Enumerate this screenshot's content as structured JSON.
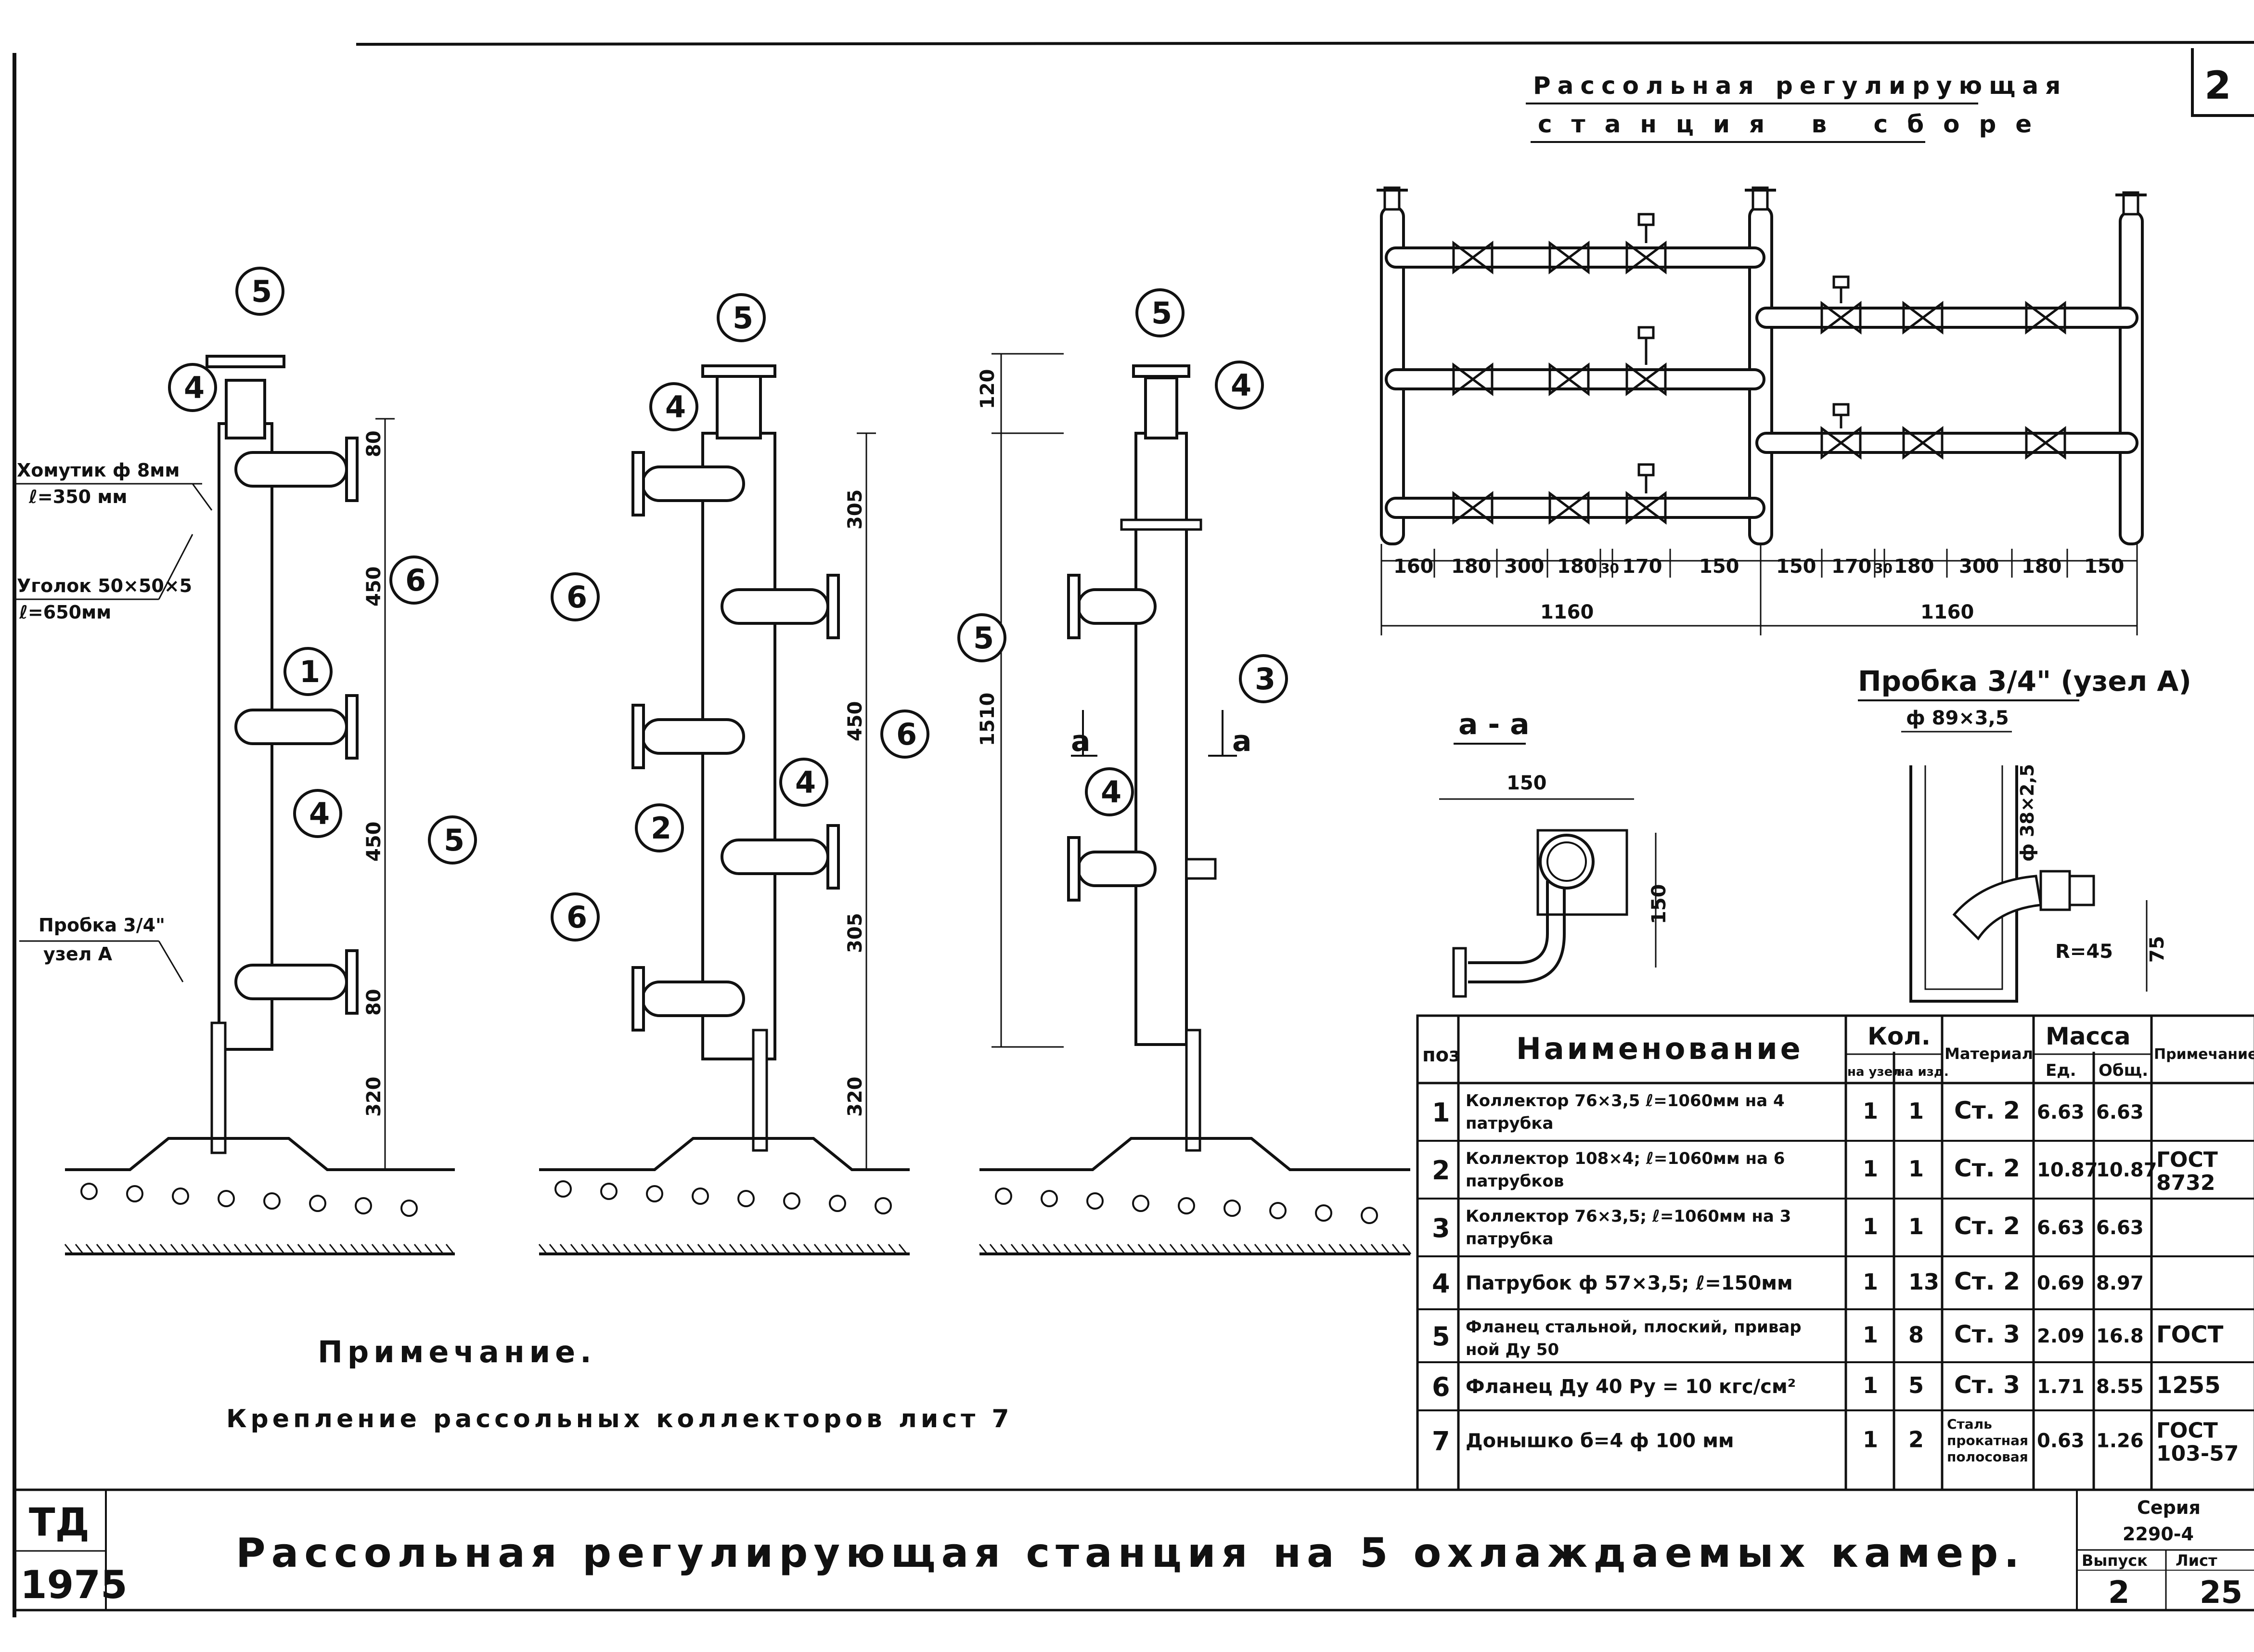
{
  "sheet_number": "2",
  "title_block": {
    "td": "ТД",
    "year": "1975",
    "main_title": "Рассольная регулирующая станция на 5 охлаждаемых камер.",
    "series_label": "Серия",
    "series_value": "2290-4",
    "issue_label": "Выпуск",
    "issue_value": "2",
    "sheet_label": "Лист",
    "sheet_value": "25"
  },
  "assembly": {
    "title_line1": "Рассольная регулирующая",
    "title_line2": "станция в сборе",
    "dims_left": [
      "160",
      "180",
      "300",
      "180",
      "30",
      "170",
      "150"
    ],
    "dims_right": [
      "150",
      "170",
      "30",
      "180",
      "300",
      "180",
      "150"
    ],
    "total_left": "1160",
    "total_right": "1160"
  },
  "section_aa": {
    "title": "а - а",
    "dim_width": "150",
    "dim_height": "150"
  },
  "plug_detail": {
    "title": "Пробка 3/4\" (узел А)",
    "dim_pipe": "ф 89×3,5",
    "dim_nipple": "ф 38×2,5",
    "dim_radius": "R=45",
    "dim_height": "75"
  },
  "collector1": {
    "labels": {
      "clamp_line1": "Хомутик ф 8мм",
      "clamp_line2": "ℓ=350 мм",
      "angle_line1": "Уголок 50×50×5",
      "angle_line2": "ℓ=650мм",
      "plug_line1": "Пробка 3/4\"",
      "plug_line2": "узел А"
    },
    "dims": [
      "80",
      "450",
      "450",
      "80",
      "320"
    ],
    "callouts": [
      "5",
      "4",
      "6",
      "1",
      "4",
      "5"
    ]
  },
  "collector2": {
    "dims": [
      "305",
      "450",
      "305",
      "320"
    ],
    "callouts": [
      "5",
      "4",
      "6",
      "6",
      "2",
      "4",
      "6"
    ]
  },
  "collector3": {
    "dims": [
      "120",
      "1510"
    ],
    "section_left": "а",
    "section_right": "а",
    "callouts": [
      "5",
      "4",
      "5",
      "4",
      "3"
    ]
  },
  "note": {
    "heading": "Примечание.",
    "text": "Крепление рассольных коллекторов лист 7"
  },
  "spec_table": {
    "headers": {
      "pos": "поз",
      "name": "Наименование",
      "qty": "Кол.",
      "qty_node": "на узел",
      "qty_set": "на изд.",
      "material": "Материал",
      "mass": "Масса",
      "mass_unit": "Ед.",
      "mass_total": "Общ.",
      "note": "Примечание"
    },
    "rows": [
      {
        "pos": "1",
        "name_line1": "Коллектор 76×3,5 ℓ=1060мм на 4",
        "name_line2": "патрубка",
        "qty_node": "1",
        "qty_set": "1",
        "material": "Ст. 2",
        "mass_unit": "6.63",
        "mass_total": "6.63",
        "note": ""
      },
      {
        "pos": "2",
        "name_line1": "Коллектор 108×4; ℓ=1060мм на 6",
        "name_line2": "патрубков",
        "qty_node": "1",
        "qty_set": "1",
        "material": "Ст. 2",
        "mass_unit": "10.87",
        "mass_total": "10.87",
        "note": "ГОСТ 8732"
      },
      {
        "pos": "3",
        "name_line1": "Коллектор 76×3,5; ℓ=1060мм на 3",
        "name_line2": "патрубка",
        "qty_node": "1",
        "qty_set": "1",
        "material": "Ст. 2",
        "mass_unit": "6.63",
        "mass_total": "6.63",
        "note": ""
      },
      {
        "pos": "4",
        "name_line1": "Патрубок ф 57×3,5; ℓ=150мм",
        "name_line2": "",
        "qty_node": "1",
        "qty_set": "13",
        "material": "Ст. 2",
        "mass_unit": "0.69",
        "mass_total": "8.97",
        "note": ""
      },
      {
        "pos": "5",
        "name_line1": "Фланец стальной, плоский, привар",
        "name_line2": "ной Ду 50",
        "qty_node": "1",
        "qty_set": "8",
        "material": "Ст. 3",
        "mass_unit": "2.09",
        "mass_total": "16.8",
        "note": "ГОСТ"
      },
      {
        "pos": "6",
        "name_line1": "Фланец Ду 40 Ру = 10 кгс/см²",
        "name_line2": "",
        "qty_node": "1",
        "qty_set": "5",
        "material": "Ст. 3",
        "mass_unit": "1.71",
        "mass_total": "8.55",
        "note": "1255"
      },
      {
        "pos": "7",
        "name_line1": "Донышко б=4 ф 100 мм",
        "name_line2": "",
        "qty_node": "1",
        "qty_set": "2",
        "material": "Сталь прокатная полосовая",
        "mass_unit": "0.63",
        "mass_total": "1.26",
        "note": "ГОСТ 103-57"
      }
    ]
  }
}
